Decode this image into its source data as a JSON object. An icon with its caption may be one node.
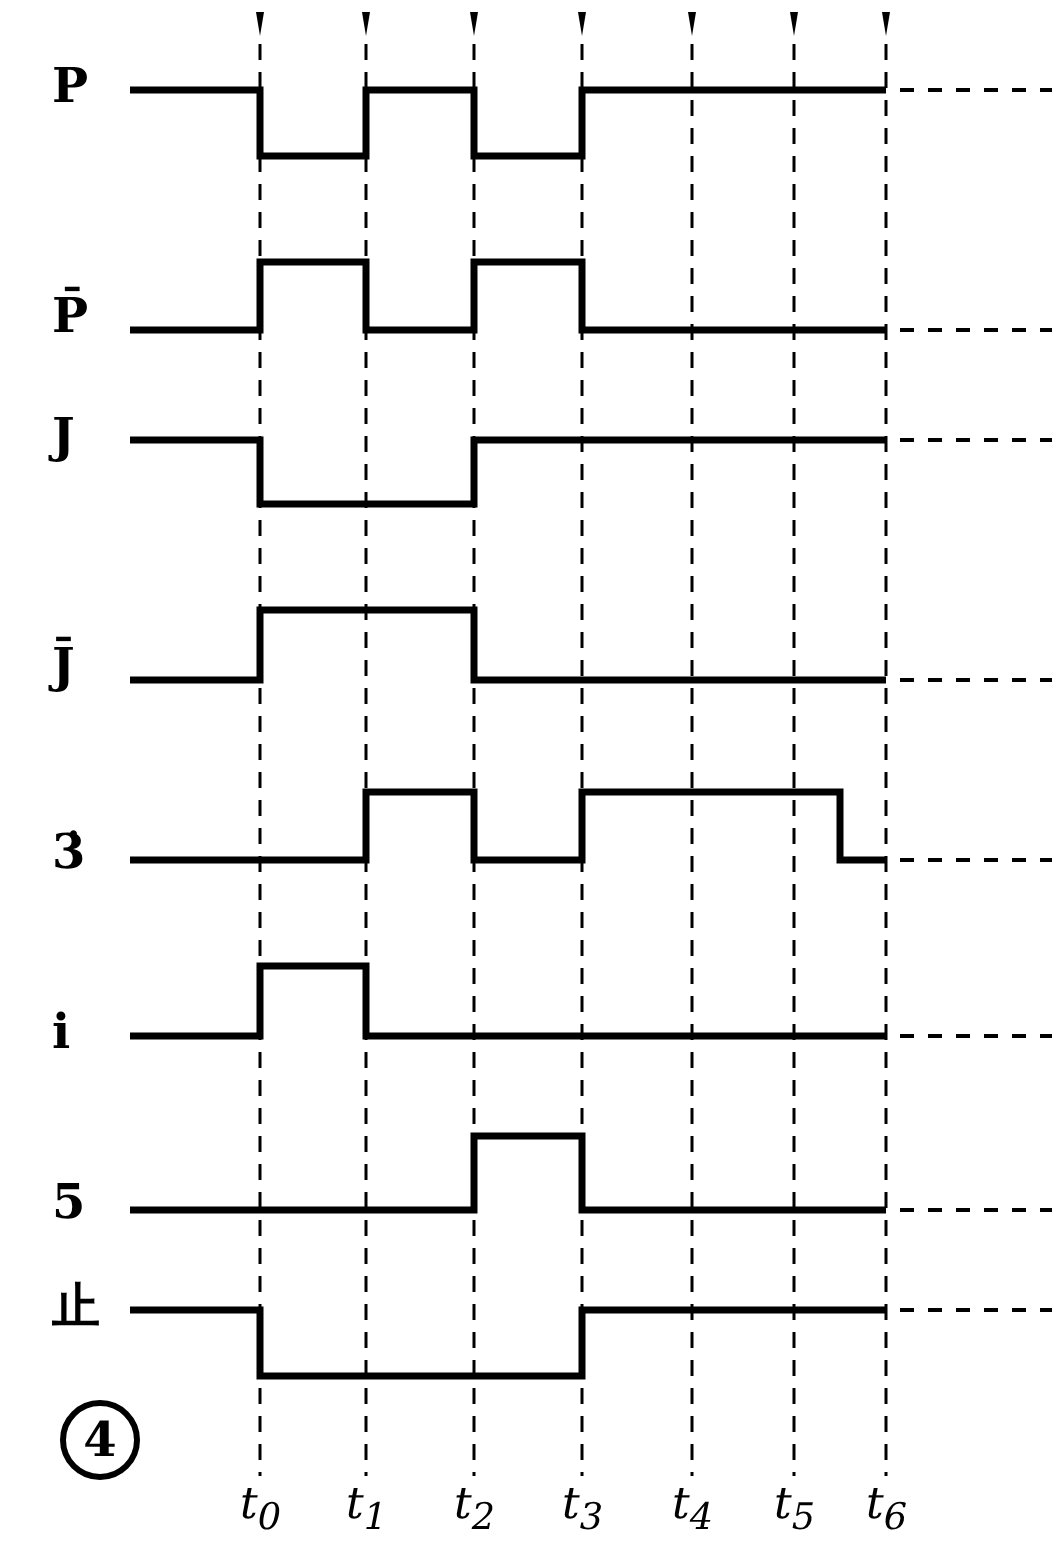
{
  "diagram": {
    "labels": [
      "P",
      "P̄",
      "J",
      "J̄",
      "3̇",
      "i",
      "5",
      "止",
      "4",
      "t$_{0}$",
      "t$_{1}$",
      "t$_{2}$",
      "t$_{3}$",
      "t$_{4}$",
      "t$_{5}$",
      "t$_{6}$"
    ]
  }
}
